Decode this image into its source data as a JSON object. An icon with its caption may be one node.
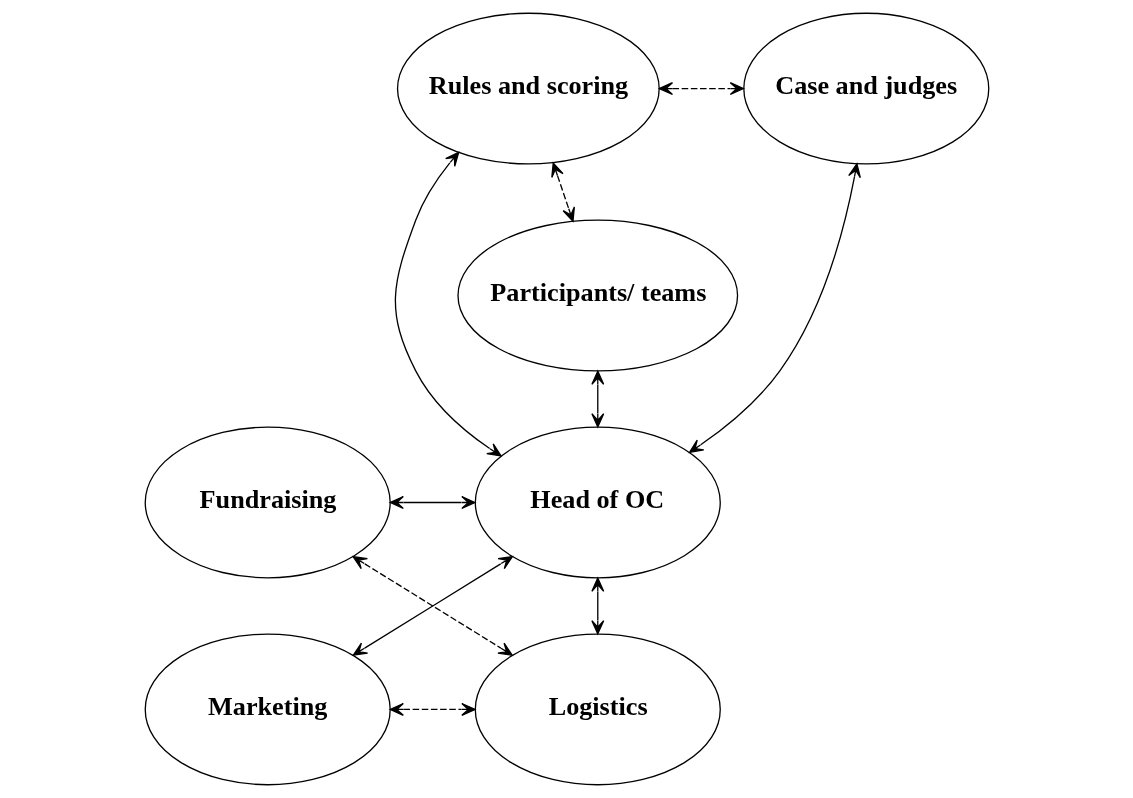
{
  "diagram": {
    "nodes": [
      {
        "text": [
          "Participants/ teams"
        ]
      },
      {
        "text": [
          "Rules and scoring"
        ]
      },
      {
        "text": [
          "Case and judges"
        ]
      },
      {
        "text": [
          "Fundraising"
        ]
      },
      {
        "text": [
          "Head of OC"
        ]
      },
      {
        "text": [
          "Logistics"
        ]
      },
      {
        "text": [
          "Marketing"
        ]
      }
    ],
    "edges": [
      {
        "from": 1,
        "to": 0,
        "arrow": "both",
        "style": "dashed"
      },
      {
        "from": 1,
        "to": 2,
        "arrow": "both",
        "style": "dashed"
      },
      {
        "from": 1,
        "to": 4,
        "arrow": "both"
      },
      {
        "from": 0,
        "to": 4,
        "arrow": "both"
      },
      {
        "from": 2,
        "to": 4,
        "arrow": "both"
      },
      {
        "from": 3,
        "to": 4,
        "arrow": "both"
      },
      {
        "from": 3,
        "to": 5,
        "arrow": "both",
        "style": "dashed"
      },
      {
        "from": 4,
        "to": 5,
        "arrow": "both"
      },
      {
        "from": 4,
        "to": 6,
        "arrow": "both"
      },
      {
        "from": 6,
        "to": 5,
        "arrow": "both",
        "style": "dashed"
      }
    ]
  }
}
